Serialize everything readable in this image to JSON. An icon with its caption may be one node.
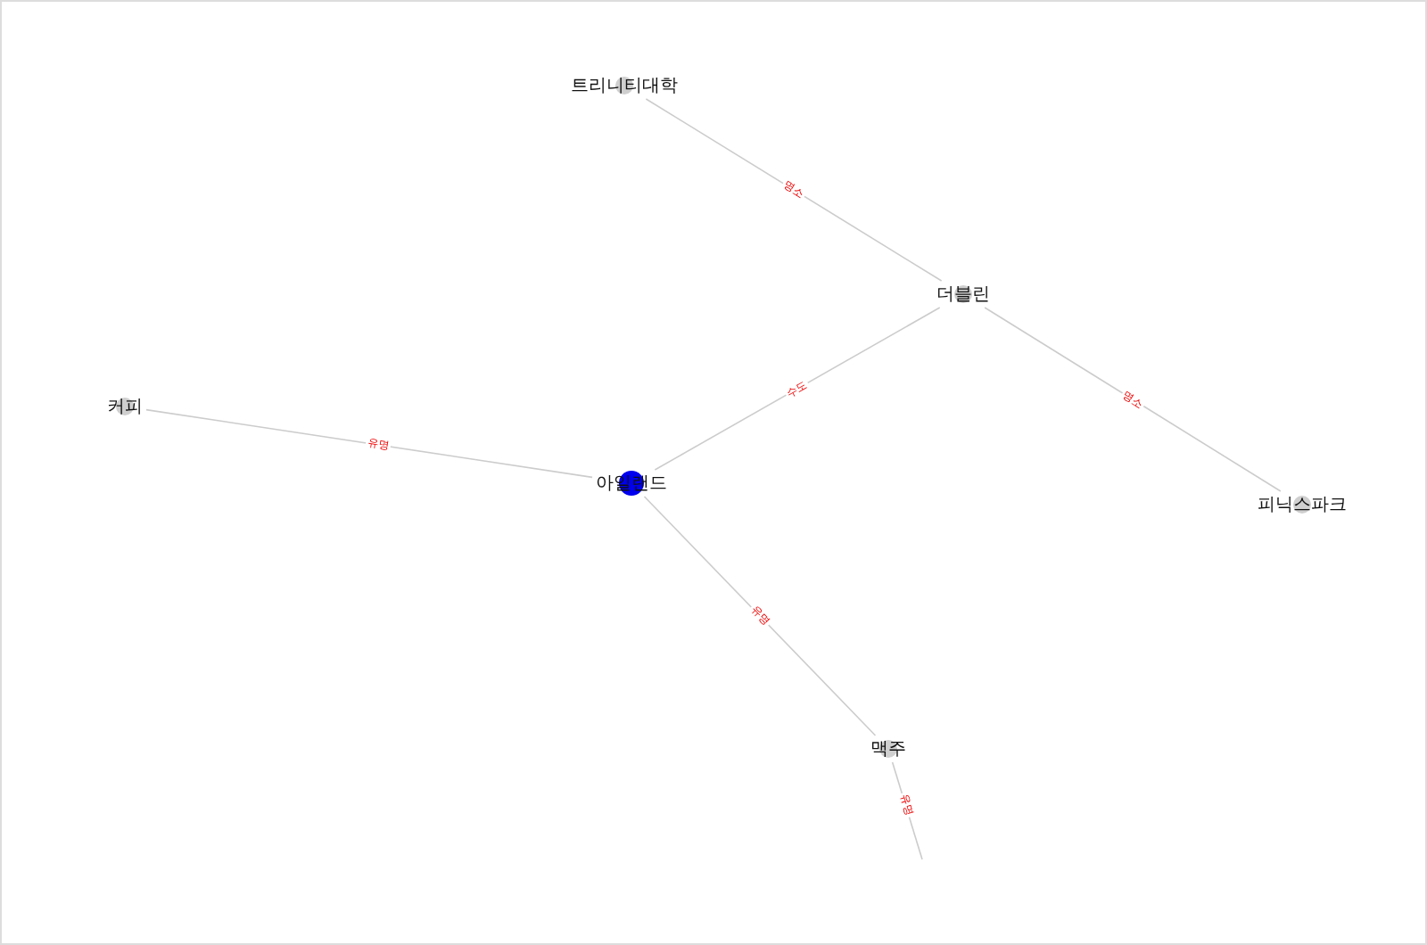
{
  "diagram": {
    "nodes": [
      {
        "text": [
          "트리니티대학"
        ]
      },
      {
        "text": [
          "더블린"
        ]
      },
      {
        "text": [
          "커피"
        ]
      },
      {
        "text": [
          "아일랜드"
        ]
      },
      {
        "text": [
          "피닉스파크"
        ]
      },
      {
        "text": [
          "맥주"
        ]
      }
    ],
    "edges": [
      {
        "from": 0,
        "to": 1,
        "arrow": "none",
        "label": "명소"
      },
      {
        "from": 1,
        "to": 3,
        "arrow": "none",
        "label": "수도"
      },
      {
        "from": 1,
        "to": 4,
        "arrow": "none",
        "label": "명소"
      },
      {
        "from": 2,
        "to": 3,
        "arrow": "none",
        "label": "유명"
      },
      {
        "from": 3,
        "to": 5,
        "arrow": "none",
        "label": "유명"
      },
      {
        "from": 5,
        "to": null,
        "arrow": "none",
        "label": "유명"
      }
    ]
  }
}
